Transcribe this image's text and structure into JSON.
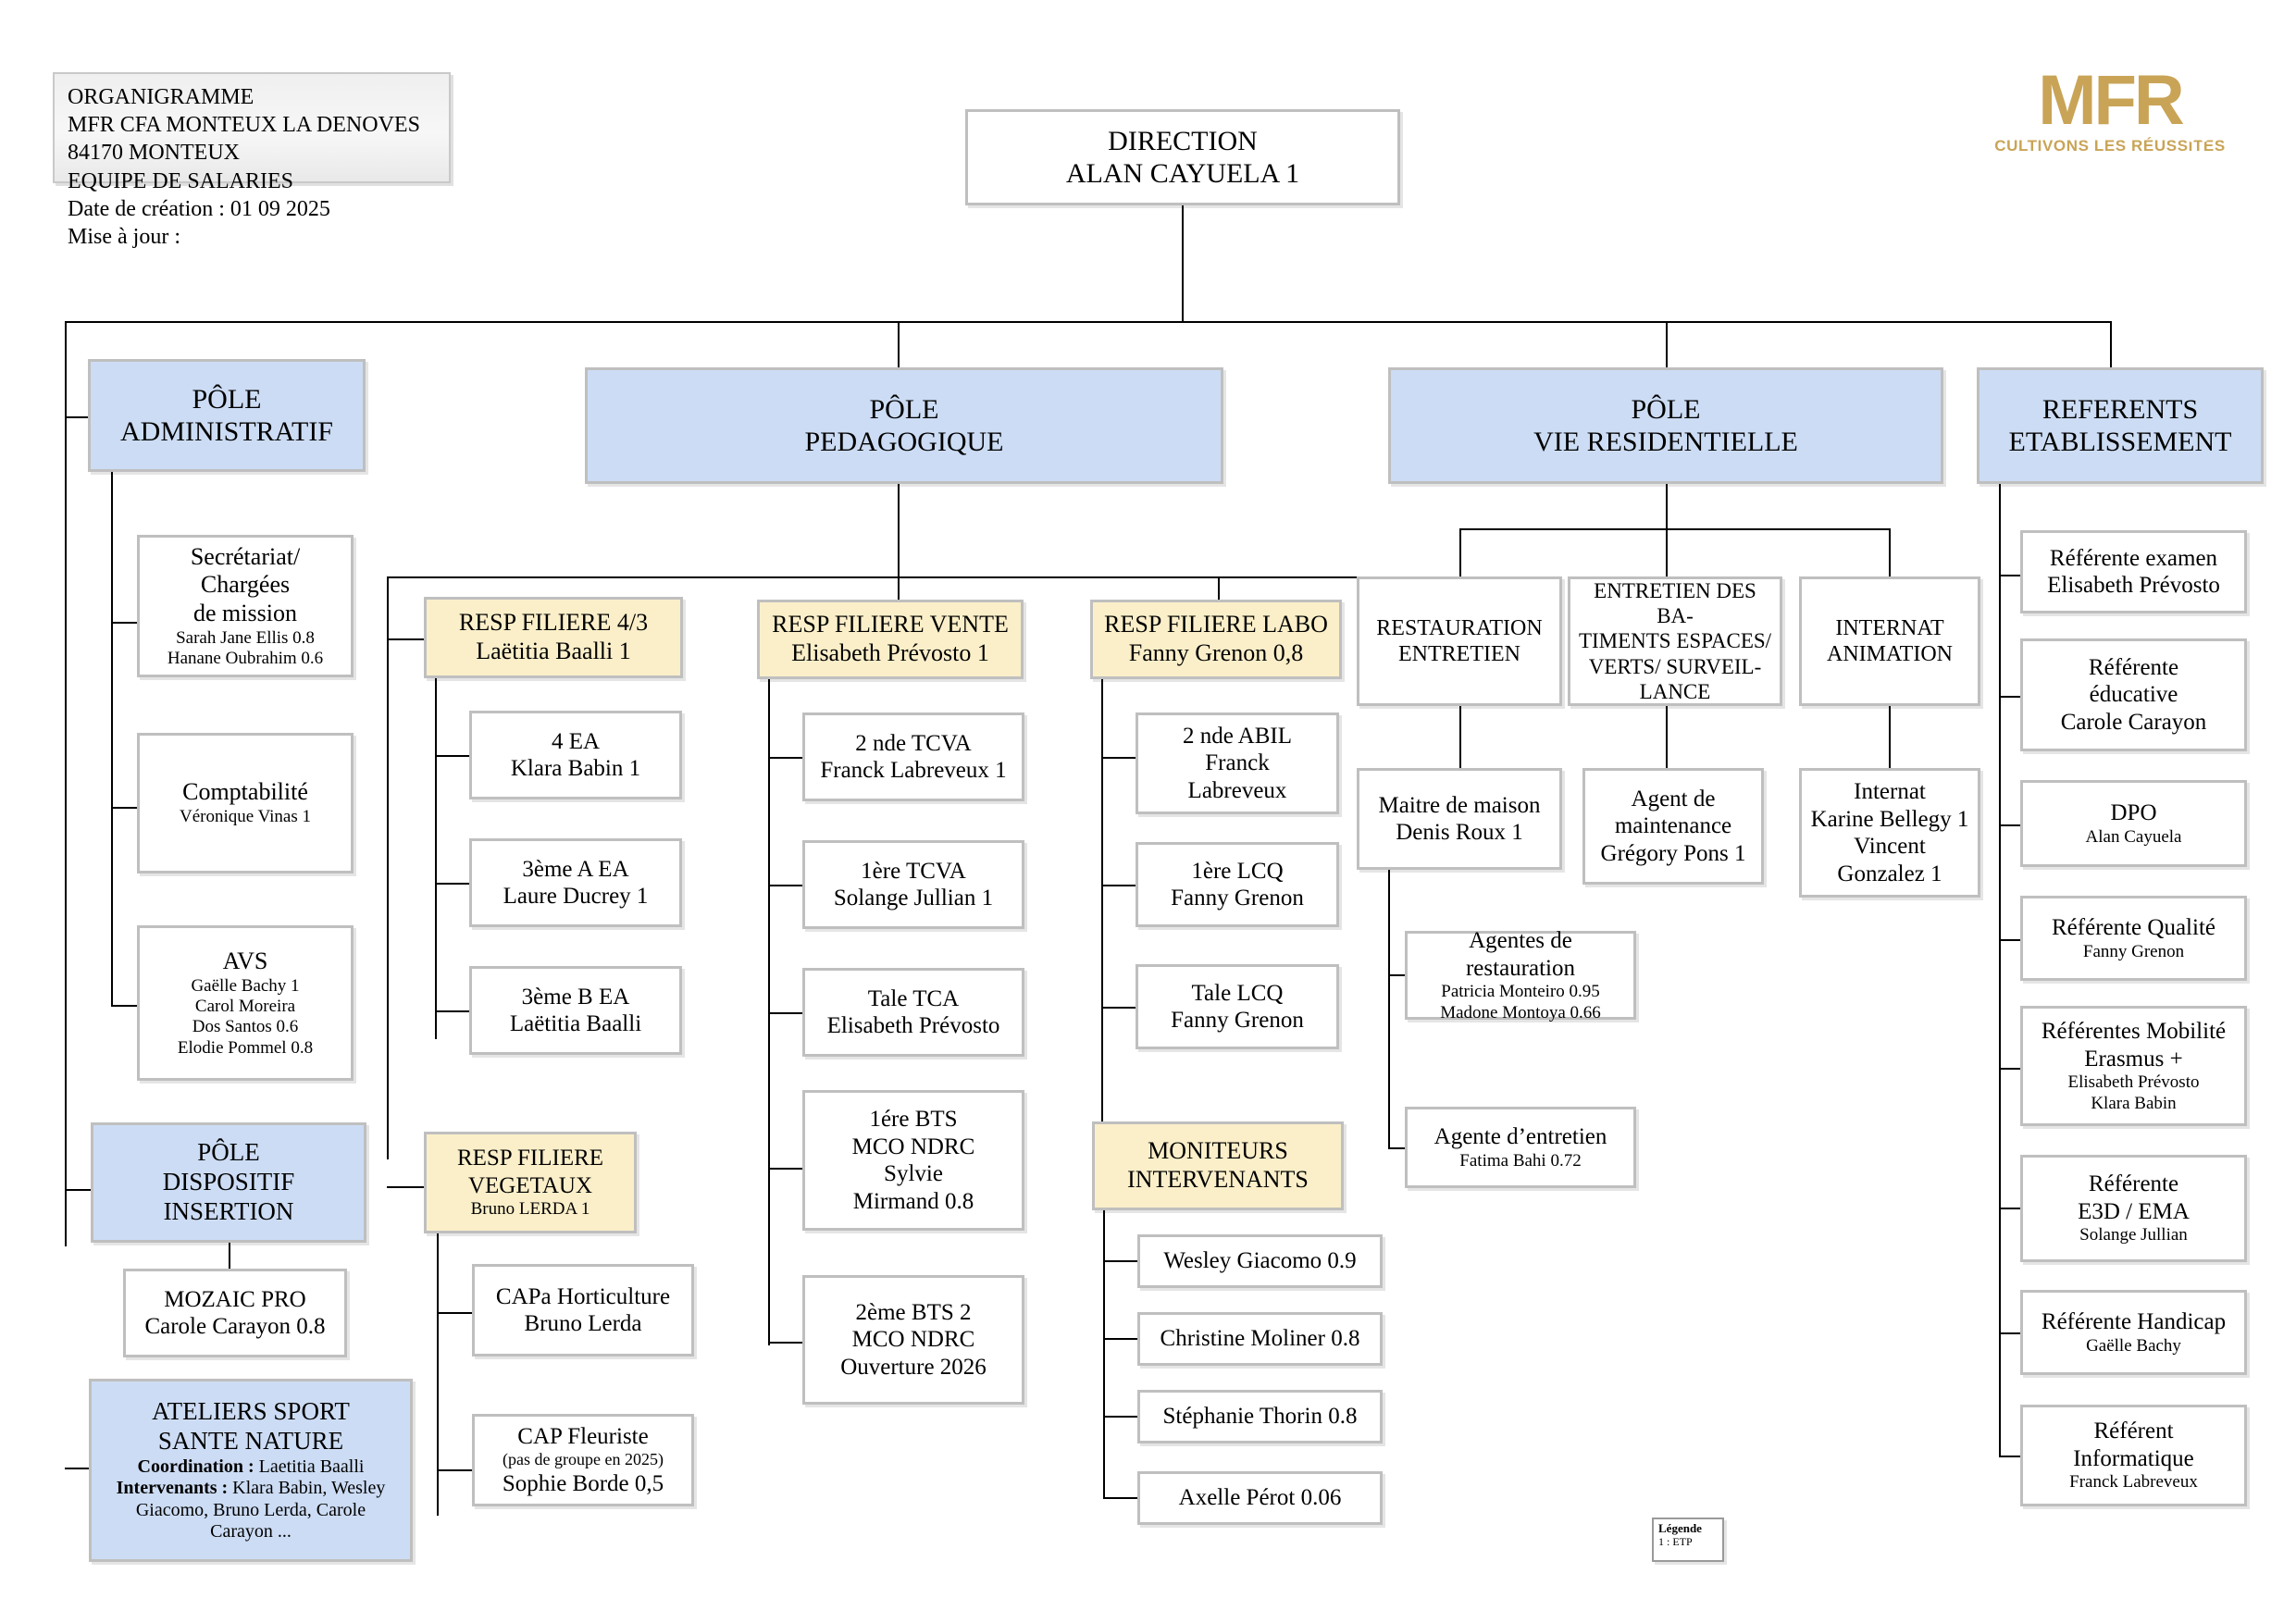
{
  "header": {
    "lines": [
      "ORGANIGRAMME",
      "MFR  CFA MONTEUX  LA DENOVES",
      "84170 MONTEUX",
      "EQUIPE DE SALARIES",
      "Date de création : 01 09 2025",
      "Mise à jour :"
    ]
  },
  "logo": {
    "wordmark": "MFR",
    "tagline": "CULTIVONS LES RÉUSSITES",
    "color": "#c9a457"
  },
  "legend": {
    "title": "Légende",
    "entry": "1 : ETP"
  },
  "colors": {
    "pole_fill": "#ccdcf4",
    "filiere_fill": "#fbefc9",
    "box_border": "#bfbfbf",
    "box_fill": "#ffffff"
  },
  "direction": {
    "title": "DIRECTION",
    "person": "ALAN CAYUELA 1"
  },
  "poles": {
    "administratif": {
      "l1": "PÔLE",
      "l2": "ADMINISTRATIF"
    },
    "pedagogique": {
      "l1": "PÔLE",
      "l2": "PEDAGOGIQUE"
    },
    "vie_residentielle": {
      "l1": "PÔLE",
      "l2": "VIE RESIDENTIELLE"
    },
    "referents": {
      "l1": "REFERENTS",
      "l2": "ETABLISSEMENT"
    },
    "dispositif_insertion": {
      "l1": "PÔLE",
      "l2": "DISPOSITIF",
      "l3": "INSERTION"
    }
  },
  "administratif": {
    "secretariat": {
      "l1": "Secrétariat/",
      "l2": "Chargées",
      "l3": "de mission",
      "p1": "Sarah Jane Ellis 0.8",
      "p2": "Hanane Oubrahim 0.6"
    },
    "comptabilite": {
      "l1": "Comptabilité",
      "p1": "Véronique Vinas 1"
    },
    "avs": {
      "l1": "AVS",
      "p1": "Gaëlle Bachy 1",
      "p2": "Carol Moreira",
      "p3": "Dos Santos 0.6",
      "p4": "Elodie Pommel 0.8"
    }
  },
  "insertion": {
    "mozaic": {
      "l1": "MOZAIC PRO",
      "p1": "Carole Carayon 0.8"
    }
  },
  "ateliers": {
    "l1": "ATELIERS SPORT",
    "l2": "SANTE NATURE",
    "coord_label": "Coordination :",
    "coord_value": " Laetitia Baalli",
    "interv_label": "Intervenants  :",
    "interv_value": " Klara Babin, Wesley",
    "interv_line2": "Giacomo, Bruno Lerda, Carole",
    "interv_line3": "Carayon ..."
  },
  "filiere_43": {
    "head": {
      "l1": "RESP FILIERE 4/3",
      "l2": "Laëtitia Baalli 1"
    },
    "children": [
      {
        "l1": "4 EA",
        "l2": "Klara Babin 1"
      },
      {
        "l1": "3ème A EA",
        "l2": "Laure Ducrey 1"
      },
      {
        "l1": "3ème B EA",
        "l2": "Laëtitia Baalli"
      }
    ]
  },
  "filiere_vegetaux": {
    "head": {
      "l1": "RESP FILIERE",
      "l2": "VEGETAUX",
      "l3": "Bruno LERDA 1"
    },
    "children": [
      {
        "l1": "CAPa Horticulture",
        "l2": "Bruno Lerda"
      },
      {
        "l1": "CAP Fleuriste",
        "note": "(pas de groupe en 2025)",
        "l2": "Sophie Borde 0,5"
      }
    ]
  },
  "filiere_vente": {
    "head": {
      "l1": "RESP FILIERE  VENTE",
      "l2": "Elisabeth Prévosto 1"
    },
    "children": [
      {
        "l1": "2 nde TCVA",
        "l2": "Franck Labreveux 1"
      },
      {
        "l1": "1ère TCVA",
        "l2": "Solange Jullian 1"
      },
      {
        "l1": "Tale TCA",
        "l2": "Elisabeth Prévosto"
      },
      {
        "l1": "1ére BTS",
        "l2": "MCO NDRC",
        "l3": "Sylvie",
        "l4": "Mirmand 0.8"
      },
      {
        "l1": "2ème BTS 2",
        "l2": "MCO NDRC",
        "l3": "Ouverture 2026"
      }
    ]
  },
  "filiere_labo": {
    "head": {
      "l1": "RESP FILIERE LABO",
      "l2": "Fanny Grenon 0,8"
    },
    "children": [
      {
        "l1": "2 nde ABIL",
        "l2": "Franck",
        "l3": "Labreveux"
      },
      {
        "l1": "1ère LCQ",
        "l2": "Fanny Grenon"
      },
      {
        "l1": "Tale LCQ",
        "l2": "Fanny Grenon"
      }
    ]
  },
  "moniteurs": {
    "head": {
      "l1": "MONITEURS",
      "l2": "INTERVENANTS"
    },
    "children": [
      {
        "l1": "Wesley Giacomo 0.9"
      },
      {
        "l1": "Christine Moliner 0.8"
      },
      {
        "l1": "Stéphanie Thorin 0.8"
      },
      {
        "l1": "Axelle Pérot 0.06"
      }
    ]
  },
  "vie_residentielle": {
    "restauration": {
      "l1": "RESTAURATION",
      "l2": "ENTRETIEN"
    },
    "entretien_bat": {
      "l1": "ENTRETIEN DES BA-",
      "l2": "TIMENTS ESPACES/",
      "l3": "VERTS/ SURVEIL-",
      "l4": "LANCE"
    },
    "internat": {
      "l1": "INTERNAT",
      "l2": "ANIMATION"
    },
    "maitre_maison": {
      "l1": "Maitre de maison",
      "l2": "Denis Roux 1"
    },
    "agent_maintenance": {
      "l1": "Agent de",
      "l2": "maintenance",
      "l3": "Grégory Pons 1"
    },
    "internat_staff": {
      "l1": "Internat",
      "l2": "Karine Bellegy 1",
      "l3": "Vincent",
      "l4": "Gonzalez 1"
    },
    "agentes_restauration": {
      "l1": "Agentes de",
      "l2": "restauration",
      "p1": "Patricia  Monteiro 0.95",
      "p2": "Madone  Montoya 0.66"
    },
    "agente_entretien": {
      "l1": "Agente d’entretien",
      "p1": "Fatima Bahi 0.72"
    }
  },
  "referents": [
    {
      "l1": "Référente examen",
      "l2": "Elisabeth Prévosto"
    },
    {
      "l1": "Référente",
      "l2": "éducative",
      "l3": "Carole Carayon"
    },
    {
      "l1": "DPO",
      "p1": "Alan Cayuela"
    },
    {
      "l1": "Référente Qualité",
      "p1": "Fanny Grenon"
    },
    {
      "l1": "Référentes Mobilité",
      "l2": "Erasmus +",
      "p1": "Elisabeth Prévosto",
      "p2": "Klara Babin"
    },
    {
      "l1": "Référente",
      "l2": "E3D / EMA",
      "p1": "Solange  Jullian"
    },
    {
      "l1": "Référente Handicap",
      "p1": "Gaëlle Bachy"
    },
    {
      "l1": "Référent",
      "l2": "Informatique",
      "p1": "Franck Labreveux"
    }
  ]
}
